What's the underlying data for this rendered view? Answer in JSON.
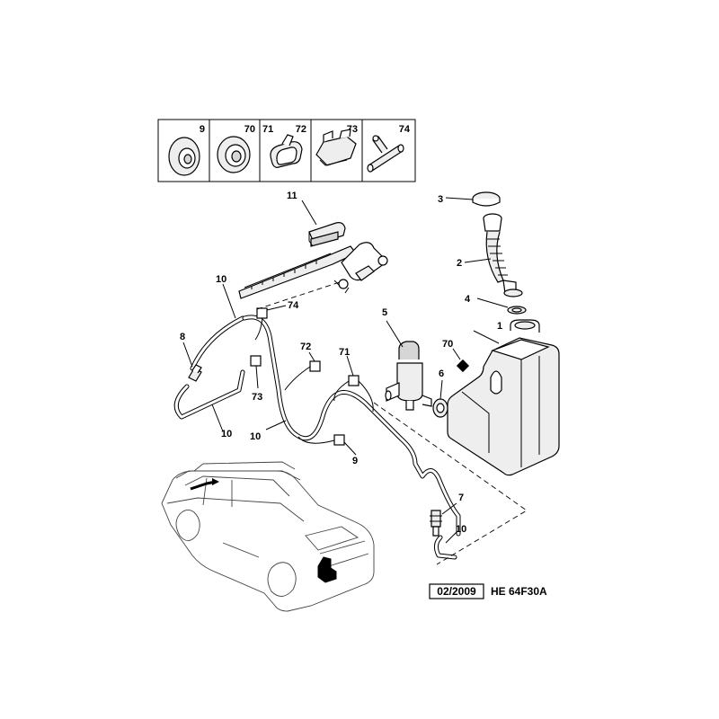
{
  "header_boxes": [
    {
      "label": "9"
    },
    {
      "label": "70"
    },
    {
      "labels": [
        "71",
        "72"
      ]
    },
    {
      "label": "73"
    },
    {
      "label": "74"
    }
  ],
  "callouts": {
    "c1": "1",
    "c2": "2",
    "c3": "3",
    "c4": "4",
    "c5": "5",
    "c6": "6",
    "c7": "7",
    "c8": "8",
    "c9": "9",
    "c10a": "10",
    "c10b": "10",
    "c10c": "10",
    "c10d": "10",
    "c11": "11",
    "c70": "70",
    "c71": "71",
    "c72": "72",
    "c73": "73",
    "c74": "74"
  },
  "footer": {
    "date": "02/2009",
    "reference": "HE 64F30A"
  }
}
